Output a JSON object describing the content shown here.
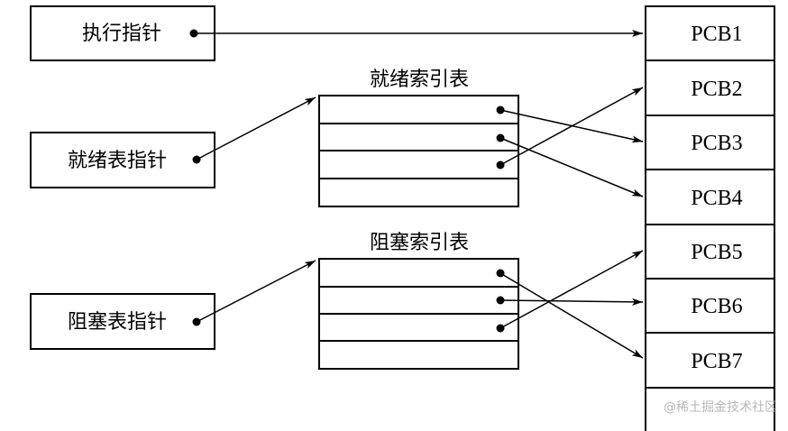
{
  "pointers": {
    "running": "执行指针",
    "ready": "就绪表指针",
    "blocked": "阻塞表指针"
  },
  "tables": {
    "ready_title": "就绪索引表",
    "blocked_title": "阻塞索引表"
  },
  "pcbs": [
    "PCB1",
    "PCB2",
    "PCB3",
    "PCB4",
    "PCB5",
    "PCB6",
    "PCB7"
  ],
  "watermark": "@稀土掘金技术社区"
}
